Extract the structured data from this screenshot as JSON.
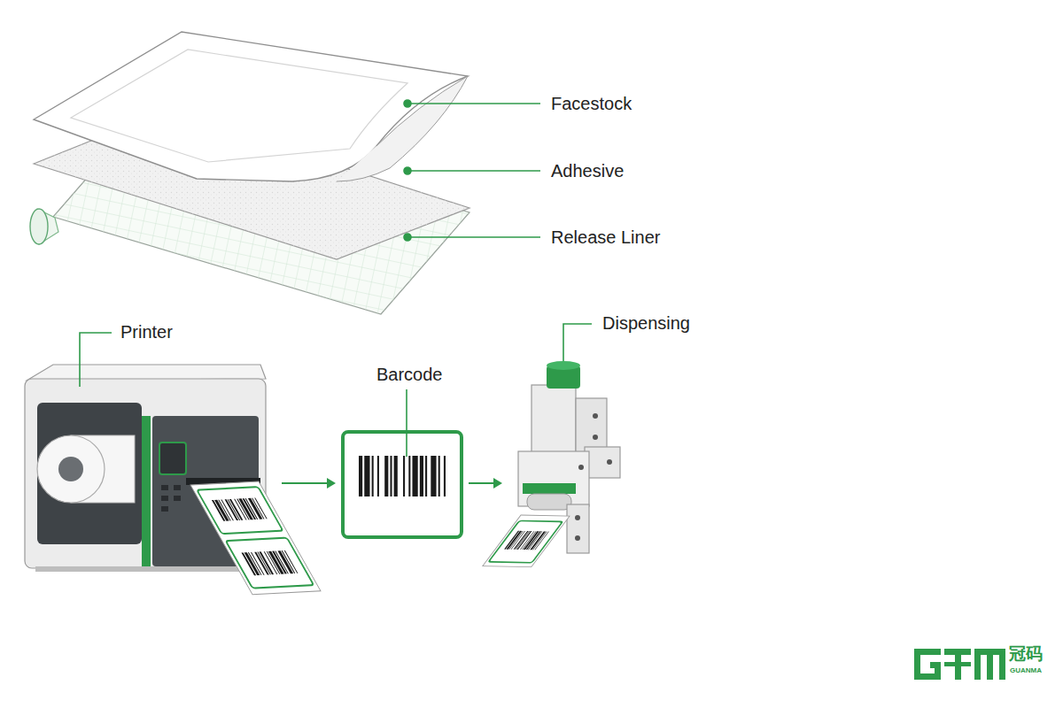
{
  "diagram": {
    "nodes": [
      {
        "text": [
          "Printer"
        ]
      },
      {
        "text": [
          "Barcode"
        ]
      },
      {
        "text": [
          "Dispensing"
        ]
      }
    ],
    "edges": [
      {
        "from": 0,
        "to": 1,
        "arrow": "to"
      },
      {
        "from": 1,
        "to": 2,
        "arrow": "to"
      }
    ],
    "labels": [
      "Facestock",
      "Adhesive",
      "Release Liner",
      "冠码",
      "GUANMA"
    ]
  }
}
